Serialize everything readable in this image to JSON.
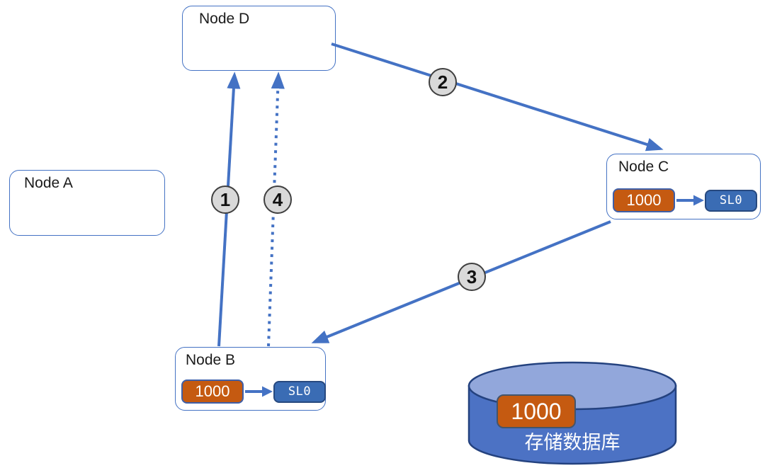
{
  "diagram": {
    "nodes": [
      {
        "id": "A",
        "label": "Node A"
      },
      {
        "id": "B",
        "label": "Node B",
        "chip": {
          "value": "1000",
          "target": "SL0"
        }
      },
      {
        "id": "C",
        "label": "Node C",
        "chip": {
          "value": "1000",
          "target": "SL0"
        }
      },
      {
        "id": "D",
        "label": "Node D"
      }
    ],
    "edges": [
      {
        "step": "1",
        "from": "Node B",
        "to": "Node D",
        "style": "solid"
      },
      {
        "step": "2",
        "from": "Node D",
        "to": "Node C",
        "style": "solid"
      },
      {
        "step": "3",
        "from": "Node C",
        "to": "Node B",
        "style": "solid"
      },
      {
        "step": "4",
        "from": "Node B",
        "to": "Node D",
        "style": "dotted"
      }
    ],
    "database": {
      "chip_value": "1000",
      "label": "存储数据库"
    },
    "colors": {
      "line_blue": "#4472C4",
      "chip_orange": "#C55A11",
      "chip_blue": "#3A6CB4",
      "badge_gray": "#D9D9D9",
      "cylinder_body": "#4C72C4",
      "cylinder_top": "#92A7DB",
      "cylinder_border": "#24427F"
    }
  }
}
